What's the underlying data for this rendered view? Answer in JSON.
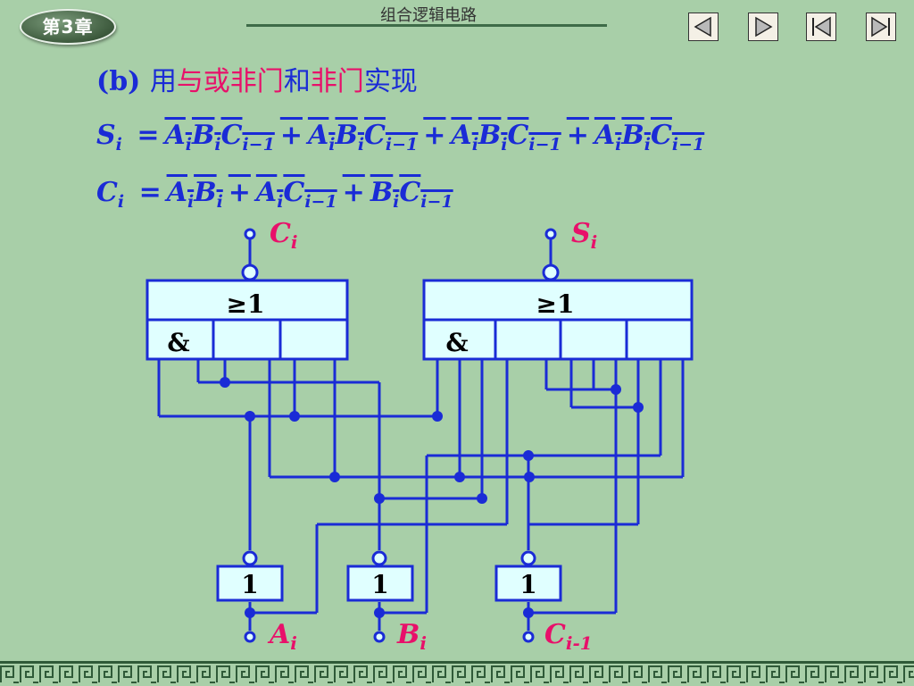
{
  "header": {
    "chapter_badge": "第3章",
    "title": "组合逻辑电路"
  },
  "nav": {
    "prev": "previous-icon",
    "next": "next-icon",
    "first": "first-icon",
    "last": "last-icon"
  },
  "subtitle": {
    "prefix": "(b) ",
    "use": "用",
    "highlight1": "与或非门",
    "and": "和",
    "highlight2": "非门",
    "suffix": "实现"
  },
  "formula_si": {
    "lhs": "S",
    "lhs_sub": "i",
    "eq": "=",
    "terms": [
      [
        "A",
        "i",
        "B",
        "i",
        "C",
        "i−1"
      ],
      [
        "A",
        "i",
        "B",
        "i",
        "C",
        "i−1"
      ],
      [
        "A",
        "i",
        "B",
        "i",
        "C",
        "i−1"
      ],
      [
        "A",
        "i",
        "B",
        "i",
        "C",
        "i−1"
      ]
    ],
    "plus": "+"
  },
  "formula_ci": {
    "lhs": "C",
    "lhs_sub": "i",
    "eq": "=",
    "plus": "+"
  },
  "diagram": {
    "or_symbol": "≥1",
    "and_symbol": "&",
    "not_symbol": "1",
    "out_ci": "C",
    "out_ci_sub": "i",
    "out_si": "S",
    "out_si_sub": "i",
    "in_a": "A",
    "in_a_sub": "i",
    "in_b": "B",
    "in_b_sub": "i",
    "in_c": "C",
    "in_c_sub": "i-1"
  },
  "colors": {
    "background": "#a8cfa8",
    "wire": "#1a2bd6",
    "gate_fill": "#e0ffff",
    "highlight": "#e8106a"
  }
}
